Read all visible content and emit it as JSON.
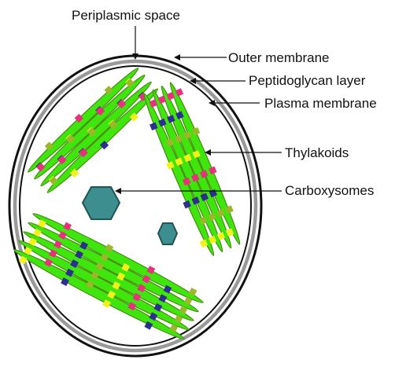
{
  "labels": {
    "periplasmic": "Periplasmic space",
    "outer": "Outer membrane",
    "peptidoglycan": "Peptidoglycan layer",
    "plasma": "Plasma membrane",
    "thylakoids": "Thylakoids",
    "carboxysomes": "Carboxysomes"
  },
  "colors": {
    "outer_membrane": "#111111",
    "peptidoglycan": "#9a9a9a",
    "thylakoid_fill": "#3ee60e",
    "thylakoid_stroke": "#4a8a10",
    "carboxysome": "#3d8f8f",
    "protein_navy": "#2b2f8e",
    "protein_magenta": "#e8307e",
    "protein_yellow": "#f2f21a",
    "protein_olive": "#9ab82a"
  },
  "icons": {
    "thylakoid": "thylakoid-membrane-icon",
    "carboxysome": "hexagon-icon",
    "protein": "protein-square-icon"
  }
}
